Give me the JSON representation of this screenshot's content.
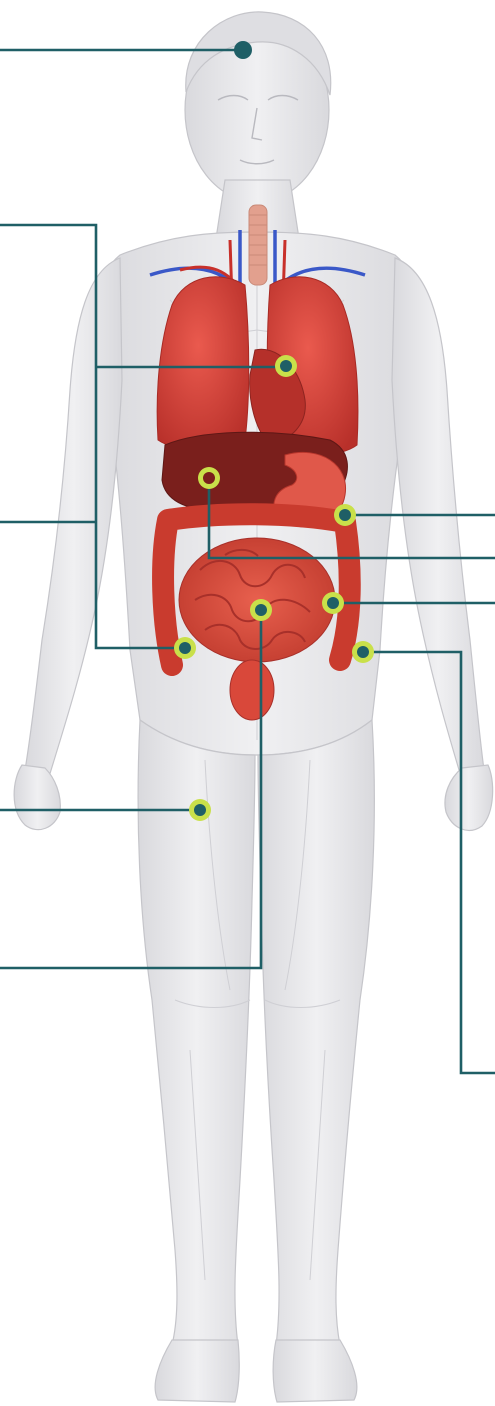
{
  "colors": {
    "background": "#ffffff",
    "body_fill": "#e7e7e9",
    "body_shade": "#d4d4d8",
    "body_outline": "#c5c5ca",
    "leader_line": "#1f5f66",
    "marker_ring": "#c9e04a",
    "marker_core": "#1f5f66",
    "lung": "#d8433a",
    "lung_dark": "#b8302a",
    "liver": "#7a1f1c",
    "stomach": "#e0584a",
    "intestine": "#d9483a",
    "intestine_dark": "#b93428",
    "vessel_red": "#c8302a",
    "vessel_blue": "#3a58c8",
    "trachea": "#e2a08e"
  },
  "markers": [
    {
      "name": "head-marker"
    },
    {
      "name": "lung-marker"
    },
    {
      "name": "liver-marker"
    },
    {
      "name": "left-flank-marker"
    },
    {
      "name": "right-abdomen-marker"
    },
    {
      "name": "small-intestine-marker"
    },
    {
      "name": "appendix-marker"
    },
    {
      "name": "left-hip-marker"
    },
    {
      "name": "thigh-marker"
    }
  ],
  "leaders": [
    {
      "name": "leader-head"
    },
    {
      "name": "leader-lung"
    },
    {
      "name": "leader-liver"
    },
    {
      "name": "leader-left-flank"
    },
    {
      "name": "leader-right-abdomen"
    },
    {
      "name": "leader-small-intestine"
    },
    {
      "name": "leader-appendix"
    },
    {
      "name": "leader-left-hip"
    },
    {
      "name": "leader-thigh"
    }
  ]
}
